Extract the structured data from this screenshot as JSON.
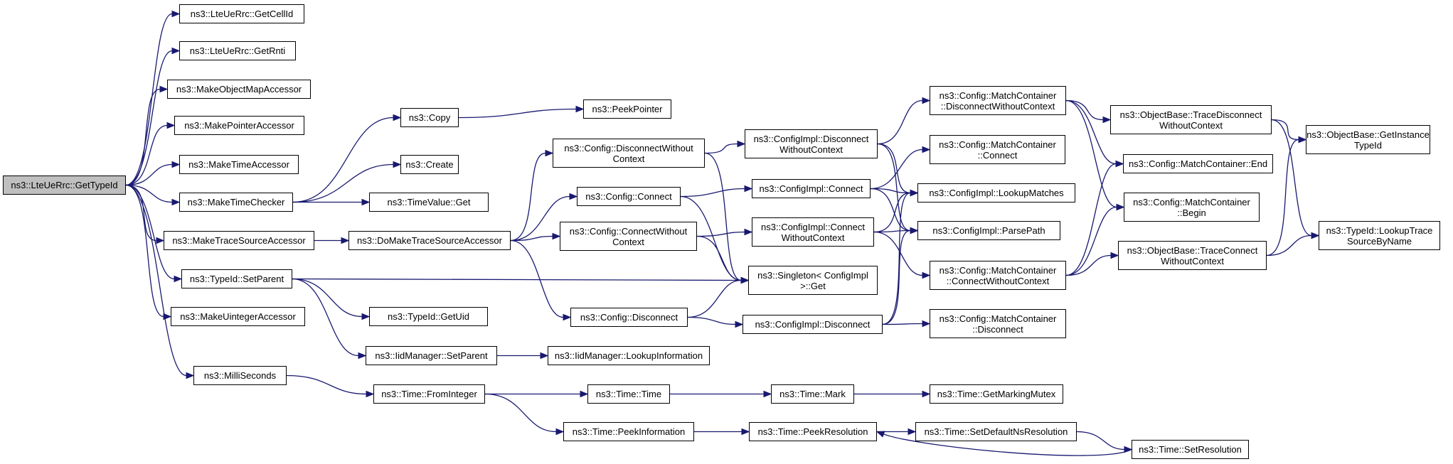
{
  "colors": {
    "edge": "#191970",
    "root_fill": "#bfbfbf",
    "node_fill": "#ffffff",
    "border": "#000000"
  },
  "nodes": [
    {
      "id": "root",
      "lines": [
        "ns3::LteUeRrc::GetTypeId"
      ]
    },
    {
      "id": "getcellid",
      "lines": [
        "ns3::LteUeRrc::GetCellId"
      ]
    },
    {
      "id": "getrnti",
      "lines": [
        "ns3::LteUeRrc::GetRnti"
      ]
    },
    {
      "id": "mkobjmap",
      "lines": [
        "ns3::MakeObjectMapAccessor"
      ]
    },
    {
      "id": "mkptr",
      "lines": [
        "ns3::MakePointerAccessor"
      ]
    },
    {
      "id": "mktimeacc",
      "lines": [
        "ns3::MakeTimeAccessor"
      ]
    },
    {
      "id": "mktimechk",
      "lines": [
        "ns3::MakeTimeChecker"
      ]
    },
    {
      "id": "mktracesrc",
      "lines": [
        "ns3::MakeTraceSourceAccessor"
      ]
    },
    {
      "id": "setparent",
      "lines": [
        "ns3::TypeId::SetParent"
      ]
    },
    {
      "id": "mkuint",
      "lines": [
        "ns3::MakeUintegerAccessor"
      ]
    },
    {
      "id": "millis",
      "lines": [
        "ns3::MilliSeconds"
      ]
    },
    {
      "id": "copy",
      "lines": [
        "ns3::Copy"
      ]
    },
    {
      "id": "create",
      "lines": [
        "ns3::Create"
      ]
    },
    {
      "id": "tvget",
      "lines": [
        "ns3::TimeValue::Get"
      ]
    },
    {
      "id": "domktrace",
      "lines": [
        "ns3::DoMakeTraceSourceAccessor"
      ]
    },
    {
      "id": "getuid",
      "lines": [
        "ns3::TypeId::GetUid"
      ]
    },
    {
      "id": "iidsetparent",
      "lines": [
        "ns3::IidManager::SetParent"
      ]
    },
    {
      "id": "fromint",
      "lines": [
        "ns3::Time::FromInteger"
      ]
    },
    {
      "id": "peekptr",
      "lines": [
        "ns3::PeekPointer"
      ]
    },
    {
      "id": "cfgdiscwc",
      "lines": [
        "ns3::Config::DisconnectWithout",
        "Context"
      ]
    },
    {
      "id": "cfgconnect",
      "lines": [
        "ns3::Config::Connect"
      ]
    },
    {
      "id": "cfgconnwc",
      "lines": [
        "ns3::Config::ConnectWithout",
        "Context"
      ]
    },
    {
      "id": "cfgdisc",
      "lines": [
        "ns3::Config::Disconnect"
      ]
    },
    {
      "id": "iidlookup",
      "lines": [
        "ns3::IidManager::LookupInformation"
      ]
    },
    {
      "id": "timetime",
      "lines": [
        "ns3::Time::Time"
      ]
    },
    {
      "id": "peekinfo",
      "lines": [
        "ns3::Time::PeekInformation"
      ]
    },
    {
      "id": "cidiscwc",
      "lines": [
        "ns3::ConfigImpl::Disconnect",
        "WithoutContext"
      ]
    },
    {
      "id": "ciconnect",
      "lines": [
        "ns3::ConfigImpl::Connect"
      ]
    },
    {
      "id": "ciconnwc",
      "lines": [
        "ns3::ConfigImpl::Connect",
        "WithoutContext"
      ]
    },
    {
      "id": "singleton",
      "lines": [
        "ns3::Singleton< ConfigImpl",
        ">::Get"
      ]
    },
    {
      "id": "cidisc",
      "lines": [
        "ns3::ConfigImpl::Disconnect"
      ]
    },
    {
      "id": "timemark",
      "lines": [
        "ns3::Time::Mark"
      ]
    },
    {
      "id": "peekres",
      "lines": [
        "ns3::Time::PeekResolution"
      ]
    },
    {
      "id": "mcdiscwc",
      "lines": [
        "ns3::Config::MatchContainer",
        "::DisconnectWithoutContext"
      ]
    },
    {
      "id": "mcconnect",
      "lines": [
        "ns3::Config::MatchContainer",
        "::Connect"
      ]
    },
    {
      "id": "lookupmatches",
      "lines": [
        "ns3::ConfigImpl::LookupMatches"
      ]
    },
    {
      "id": "parsepath",
      "lines": [
        "ns3::ConfigImpl::ParsePath"
      ]
    },
    {
      "id": "mcconnwc",
      "lines": [
        "ns3::Config::MatchContainer",
        "::ConnectWithoutContext"
      ]
    },
    {
      "id": "mcdisc",
      "lines": [
        "ns3::Config::MatchContainer",
        "::Disconnect"
      ]
    },
    {
      "id": "getmarkmutex",
      "lines": [
        "ns3::Time::GetMarkingMutex"
      ]
    },
    {
      "id": "setdefns",
      "lines": [
        "ns3::Time::SetDefaultNsResolution"
      ]
    },
    {
      "id": "obtdiscwc",
      "lines": [
        "ns3::ObjectBase::TraceDisconnect",
        "WithoutContext"
      ]
    },
    {
      "id": "mcend",
      "lines": [
        "ns3::Config::MatchContainer::End"
      ]
    },
    {
      "id": "mcbegin",
      "lines": [
        "ns3::Config::MatchContainer",
        "::Begin"
      ]
    },
    {
      "id": "obtconnwc",
      "lines": [
        "ns3::ObjectBase::TraceConnect",
        "WithoutContext"
      ]
    },
    {
      "id": "setres",
      "lines": [
        "ns3::Time::SetResolution"
      ]
    },
    {
      "id": "obgetinst",
      "lines": [
        "ns3::ObjectBase::GetInstance",
        "TypeId"
      ]
    },
    {
      "id": "lookuptrace",
      "lines": [
        "ns3::TypeId::LookupTrace",
        "SourceByName"
      ]
    }
  ],
  "edges": [
    [
      "root",
      "getcellid"
    ],
    [
      "root",
      "getrnti"
    ],
    [
      "root",
      "mkobjmap"
    ],
    [
      "root",
      "mkptr"
    ],
    [
      "root",
      "mktimeacc"
    ],
    [
      "root",
      "mktimechk"
    ],
    [
      "root",
      "mktracesrc"
    ],
    [
      "root",
      "setparent"
    ],
    [
      "root",
      "mkuint"
    ],
    [
      "root",
      "millis"
    ],
    [
      "mktimechk",
      "copy"
    ],
    [
      "mktimechk",
      "create"
    ],
    [
      "mktimechk",
      "tvget"
    ],
    [
      "mktracesrc",
      "domktrace"
    ],
    [
      "setparent",
      "singleton"
    ],
    [
      "setparent",
      "getuid"
    ],
    [
      "setparent",
      "iidsetparent"
    ],
    [
      "millis",
      "fromint"
    ],
    [
      "copy",
      "peekptr"
    ],
    [
      "domktrace",
      "cfgdiscwc"
    ],
    [
      "domktrace",
      "cfgconnect"
    ],
    [
      "domktrace",
      "cfgconnwc"
    ],
    [
      "domktrace",
      "cfgdisc"
    ],
    [
      "iidsetparent",
      "iidlookup"
    ],
    [
      "fromint",
      "timetime"
    ],
    [
      "fromint",
      "peekinfo"
    ],
    [
      "cfgdiscwc",
      "cidiscwc"
    ],
    [
      "cfgdiscwc",
      "singleton"
    ],
    [
      "cfgconnect",
      "ciconnect"
    ],
    [
      "cfgconnect",
      "singleton"
    ],
    [
      "cfgconnwc",
      "ciconnwc"
    ],
    [
      "cfgconnwc",
      "singleton"
    ],
    [
      "cfgdisc",
      "singleton"
    ],
    [
      "cfgdisc",
      "cidisc"
    ],
    [
      "timetime",
      "timemark"
    ],
    [
      "peekinfo",
      "peekres"
    ],
    [
      "cidiscwc",
      "mcdiscwc"
    ],
    [
      "cidiscwc",
      "lookupmatches"
    ],
    [
      "cidiscwc",
      "parsepath"
    ],
    [
      "ciconnect",
      "mcconnect"
    ],
    [
      "ciconnect",
      "lookupmatches"
    ],
    [
      "ciconnect",
      "parsepath"
    ],
    [
      "ciconnwc",
      "lookupmatches"
    ],
    [
      "ciconnwc",
      "parsepath"
    ],
    [
      "ciconnwc",
      "mcconnwc"
    ],
    [
      "cidisc",
      "lookupmatches"
    ],
    [
      "cidisc",
      "parsepath"
    ],
    [
      "cidisc",
      "mcdisc"
    ],
    [
      "timemark",
      "getmarkmutex"
    ],
    [
      "peekres",
      "setdefns"
    ],
    [
      "mcdiscwc",
      "obtdiscwc"
    ],
    [
      "mcdiscwc",
      "mcend"
    ],
    [
      "mcdiscwc",
      "mcbegin"
    ],
    [
      "mcconnwc",
      "mcend"
    ],
    [
      "mcconnwc",
      "mcbegin"
    ],
    [
      "mcconnwc",
      "obtconnwc"
    ],
    [
      "setdefns",
      "setres"
    ],
    [
      "setres",
      "peekres"
    ],
    [
      "obtdiscwc",
      "obgetinst"
    ],
    [
      "obtdiscwc",
      "lookuptrace"
    ],
    [
      "obtconnwc",
      "obgetinst"
    ],
    [
      "obtconnwc",
      "lookuptrace"
    ]
  ]
}
